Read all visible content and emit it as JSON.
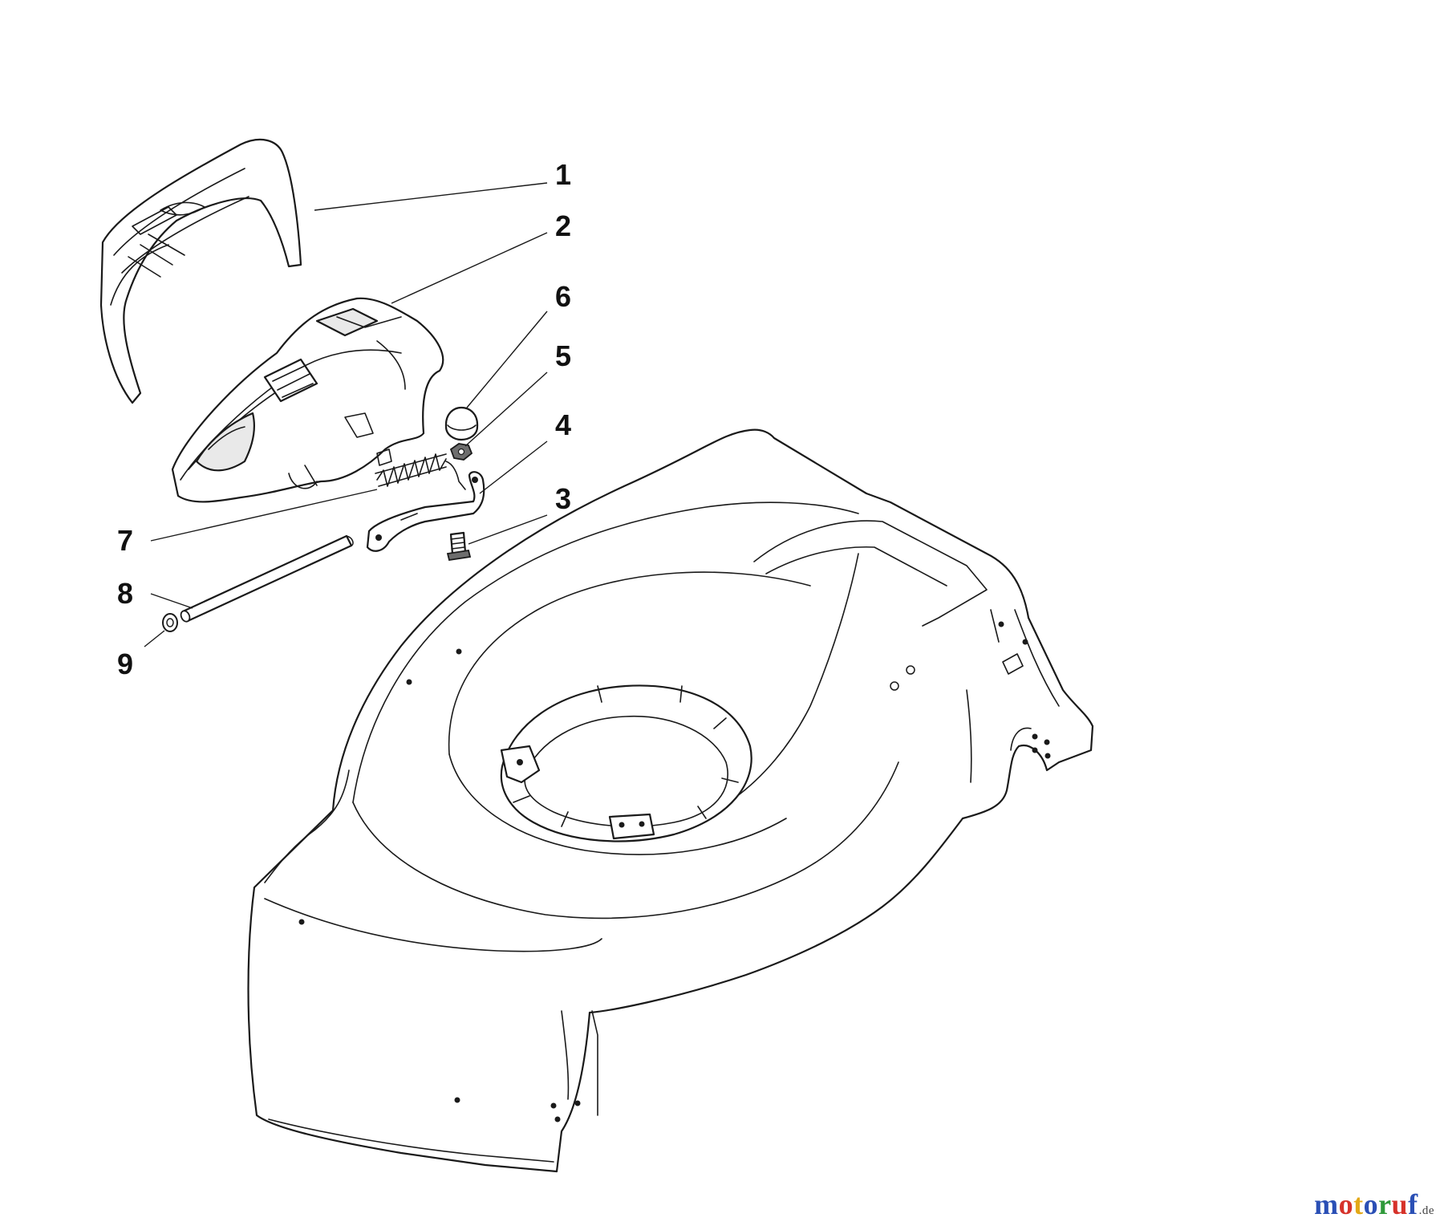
{
  "callouts": [
    {
      "label": "1"
    },
    {
      "label": "2"
    },
    {
      "label": "6"
    },
    {
      "label": "5"
    },
    {
      "label": "4"
    },
    {
      "label": "3"
    },
    {
      "label": "7"
    },
    {
      "label": "8"
    },
    {
      "label": "9"
    }
  ],
  "watermark": {
    "letters": [
      "m",
      "o",
      "t",
      "o",
      "r",
      "u",
      "f"
    ],
    "letter_colors": [
      "#2a4fb5",
      "#d6322a",
      "#e3a817",
      "#2a4fb5",
      "#2f9a3a",
      "#d6322a",
      "#2a4fb5"
    ],
    "tld": ".de"
  }
}
